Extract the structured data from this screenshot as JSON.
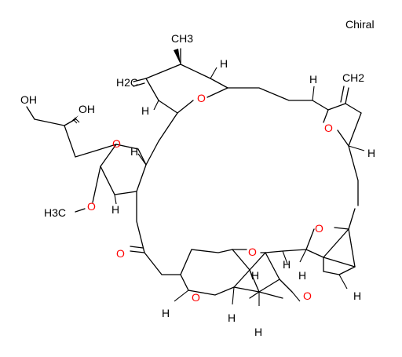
{
  "label": {
    "text": "Chiral",
    "color": "#000000"
  },
  "groups": {
    "ch3": "CH3",
    "ch2_left": "H2C",
    "ch2_right": "CH2",
    "oh_1": "OH",
    "oh_2": "OH",
    "methoxy": "H3C",
    "ketone_o": "O"
  },
  "ring_oxygen": "O",
  "hydrogen": "H",
  "colors": {
    "bond": "#000000",
    "oxygen": "#ff0000",
    "text": "#000000"
  }
}
